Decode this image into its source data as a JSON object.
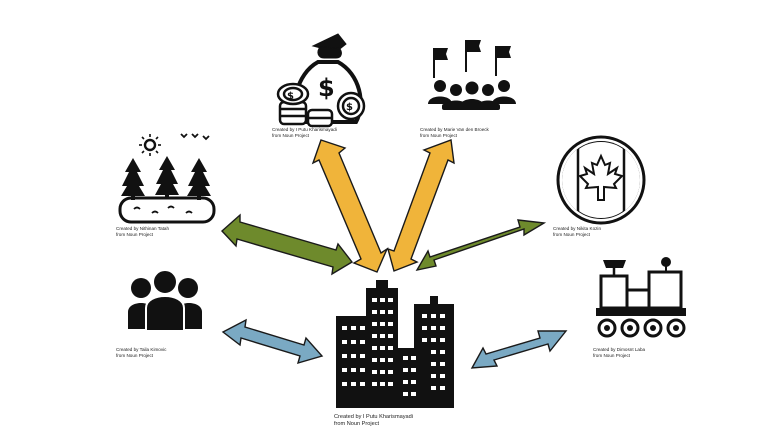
{
  "colors": {
    "money_arrows": "#f0b43a",
    "green_arrows": "#6e8a2c",
    "blue_arrows": "#7aa9c3",
    "arrow_stroke": "#1a1a1a",
    "icon_fill": "#111111"
  },
  "nodes": {
    "money": {
      "icon": "money-bag-icon",
      "credit_line1": "Created by I Putu Kharismayadi",
      "credit_line2": "from Noun Project"
    },
    "protest": {
      "icon": "protest-crowd-icon",
      "credit_line1": "Created by Marie Van den Broeck",
      "credit_line2": "from Noun Project"
    },
    "nature": {
      "icon": "nature-landscape-icon",
      "credit_line1": "Created by Nithinan Tatah",
      "credit_line2": "from Noun Project"
    },
    "canada": {
      "icon": "canada-flag-icon",
      "credit_line1": "Created by Nikita Kozin",
      "credit_line2": "from Noun Project"
    },
    "people": {
      "icon": "people-group-icon",
      "credit_line1": "Created by Taila Kimovic",
      "credit_line2": "from Noun Project"
    },
    "rover": {
      "icon": "space-rover-icon",
      "credit_line1": "Created by Dimosnt Laba",
      "credit_line2": "from Noun Project"
    },
    "city": {
      "icon": "city-buildings-icon",
      "credit_line1": "Created by I Putu Kharismayadi",
      "credit_line2": "from Noun Project"
    }
  }
}
